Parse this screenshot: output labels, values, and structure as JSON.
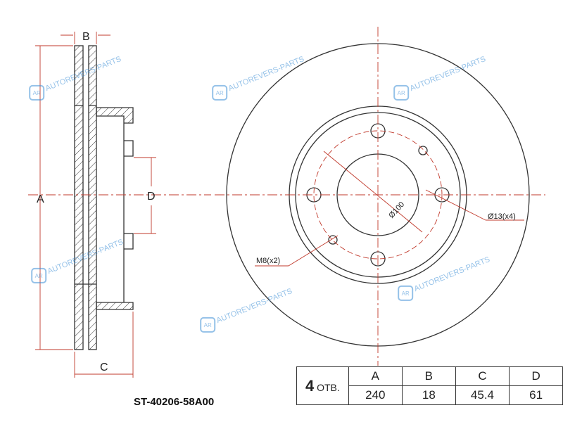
{
  "dimensions": {
    "a_label": "A",
    "b_label": "B",
    "c_label": "C",
    "d_label": "D"
  },
  "annotations": {
    "pcd": "Ø100",
    "bolt_holes": "Ø13(x4)",
    "thread_holes": "M8(x2)"
  },
  "part_number": "ST-40206-58A00",
  "spec_table": {
    "holes_count": "4",
    "holes_label": "ОТВ.",
    "headers": [
      "A",
      "B",
      "C",
      "D"
    ],
    "values": [
      "240",
      "18",
      "45.4",
      "61"
    ]
  },
  "watermark": {
    "text": "AUTOREVERS-PARTS",
    "logo": "AR"
  },
  "colors": {
    "line": "#333333",
    "center_line": "#c0392b",
    "dim_line": "#c0392b",
    "watermark": "#3d8fd6"
  }
}
